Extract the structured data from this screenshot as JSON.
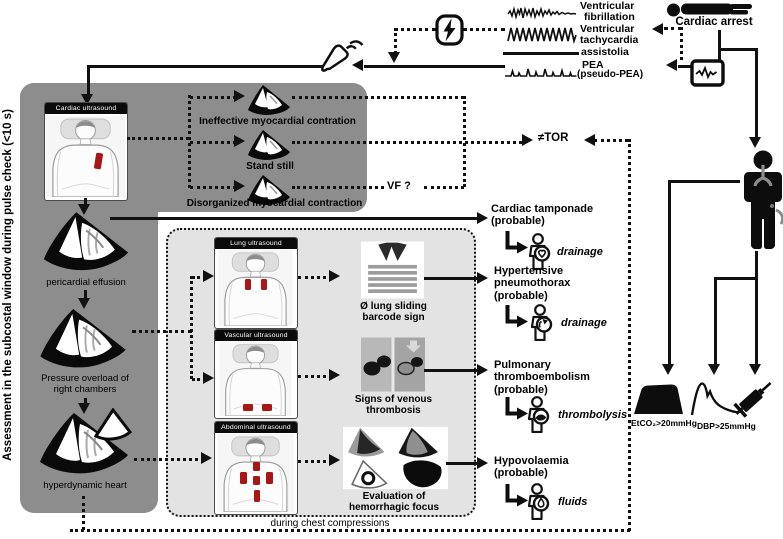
{
  "side_label": "Assessment in the subcostal window during pulse check (<10 s)",
  "top": {
    "cardiac_arrest": "Cardiac arrest",
    "vf1": "Ventricular",
    "vf2": "fibrillation",
    "vt1": "Ventricular",
    "vt2": "tachycardia",
    "asystole": "assistolia",
    "pea1": "PEA",
    "pea2": "(pseudo-PEA)"
  },
  "labels": {
    "tor": "≠TOR",
    "vf_q": "VF ?",
    "during": "during chest compressions"
  },
  "cardiac": {
    "title": "Cardiac ultrasound",
    "finding1": "Ineffective myocardial contration",
    "finding2": "Stand still",
    "finding3": "Disorganized myocardial contraction",
    "sign1": "pericardial effusion",
    "sign2a": "Pressure overload of",
    "sign2b": "right chambers",
    "sign3": "hyperdynamic heart"
  },
  "us": {
    "lung_title": "Lung ultrasound",
    "vasc_title": "Vascular ultrasound",
    "abd_title": "Abdominal ultrasound",
    "lung_f1": "Ø lung sliding",
    "lung_f2": "barcode sign",
    "vasc_f1": "Signs of venous",
    "vasc_f2": "thrombosis",
    "abd_f1": "Evaluation of",
    "abd_f2": "hemorrhagic focus"
  },
  "dx": {
    "d1a": "Cardiac tamponade",
    "d1b": "(probable)",
    "t1": "drainage",
    "d2a": "Hypertensive",
    "d2b": "pneumothorax",
    "d2c": "(probable)",
    "t2": "drainage",
    "d3a": "Pulmonary",
    "d3b": "thromboembolism",
    "d3c": "(probable)",
    "t3": "thrombolysis",
    "d4a": "Hypovolaemia",
    "d4b": "(probable)",
    "t4": "fluids"
  },
  "monitor": {
    "etco2": "EtCO₂>20mmHg",
    "dbp": "DBP>25mmHg"
  },
  "colors": {
    "dark_panel": "#8d8d8d",
    "light_panel": "#e3e3e3",
    "mark_red": "#a81616",
    "line": "#111111"
  }
}
